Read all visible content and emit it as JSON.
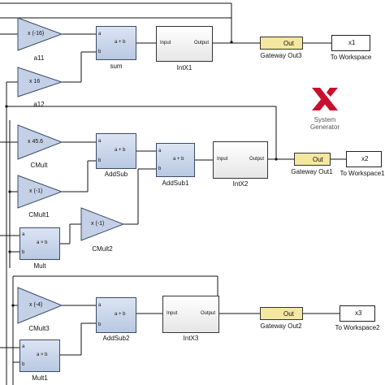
{
  "gains": [
    {
      "id": "a11",
      "param": "x (-16)",
      "label": "a11"
    },
    {
      "id": "a12",
      "param": "x 16",
      "label": "a12"
    },
    {
      "id": "cmult",
      "param": "x 45.6",
      "label": "CMult"
    },
    {
      "id": "cmult1",
      "param": "x (-1)",
      "label": "CMult1"
    },
    {
      "id": "cmult2",
      "param": "x (-1)",
      "label": "CMult2"
    },
    {
      "id": "cmult3",
      "param": "x (-4)",
      "label": "CMult3"
    }
  ],
  "adders": [
    {
      "id": "sum",
      "a": "a",
      "b": "b",
      "op": "a + b",
      "label": "sum"
    },
    {
      "id": "addsub",
      "a": "a",
      "b": "b",
      "op": "a + b",
      "label": "AddSub"
    },
    {
      "id": "addsub1",
      "a": "a",
      "b": "b",
      "op": "a + b",
      "label": "AddSub1"
    },
    {
      "id": "addsub2",
      "a": "a",
      "b": "b",
      "op": "a + b",
      "label": "AddSub2"
    }
  ],
  "mults": [
    {
      "id": "mult",
      "a": "a",
      "b": "b",
      "op": "a × b",
      "label": "Mult"
    },
    {
      "id": "mult1",
      "a": "a",
      "b": "b",
      "op": "a × b",
      "label": "Mult1"
    }
  ],
  "integrators": [
    {
      "id": "intx1",
      "in": "Input",
      "out": "Output",
      "label": "IntX1"
    },
    {
      "id": "intx2",
      "in": "Input",
      "out": "Output",
      "label": "IntX2"
    },
    {
      "id": "intx3",
      "in": "Input",
      "out": "Output",
      "label": "IntX3"
    }
  ],
  "gateways": [
    {
      "id": "gw3",
      "text": "Out",
      "label": "Gateway Out3"
    },
    {
      "id": "gw1",
      "text": "Out",
      "label": "Gateway Out1"
    },
    {
      "id": "gw2",
      "text": "Out",
      "label": "Gateway Out2"
    }
  ],
  "workspaces": [
    {
      "id": "ws1",
      "text": "x1",
      "label": "To Workspace"
    },
    {
      "id": "ws2",
      "text": "x2",
      "label": "To Workspace1"
    },
    {
      "id": "ws3",
      "text": "x3",
      "label": "To Workspace2"
    }
  ],
  "logo": {
    "line1": "System",
    "line2": "Generator",
    "color": "#c8102e"
  }
}
